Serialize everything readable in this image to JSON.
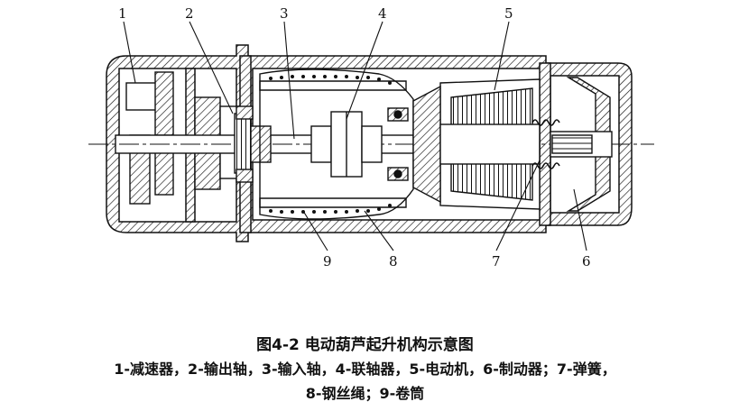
{
  "callouts": [
    "1",
    "2",
    "3",
    "4",
    "5",
    "6",
    "7",
    "8",
    "9"
  ],
  "caption": {
    "title": "图4-2  电动葫芦起升机构示意图",
    "line1": "1-减速器，2-输出轴，3-输入轴，4-联轴器，5-电动机，6-制动器；7-弹簧，",
    "line2": "8-钢丝绳；9-卷筒"
  },
  "colors": {
    "ink": "#111111",
    "paper": "#ffffff"
  }
}
